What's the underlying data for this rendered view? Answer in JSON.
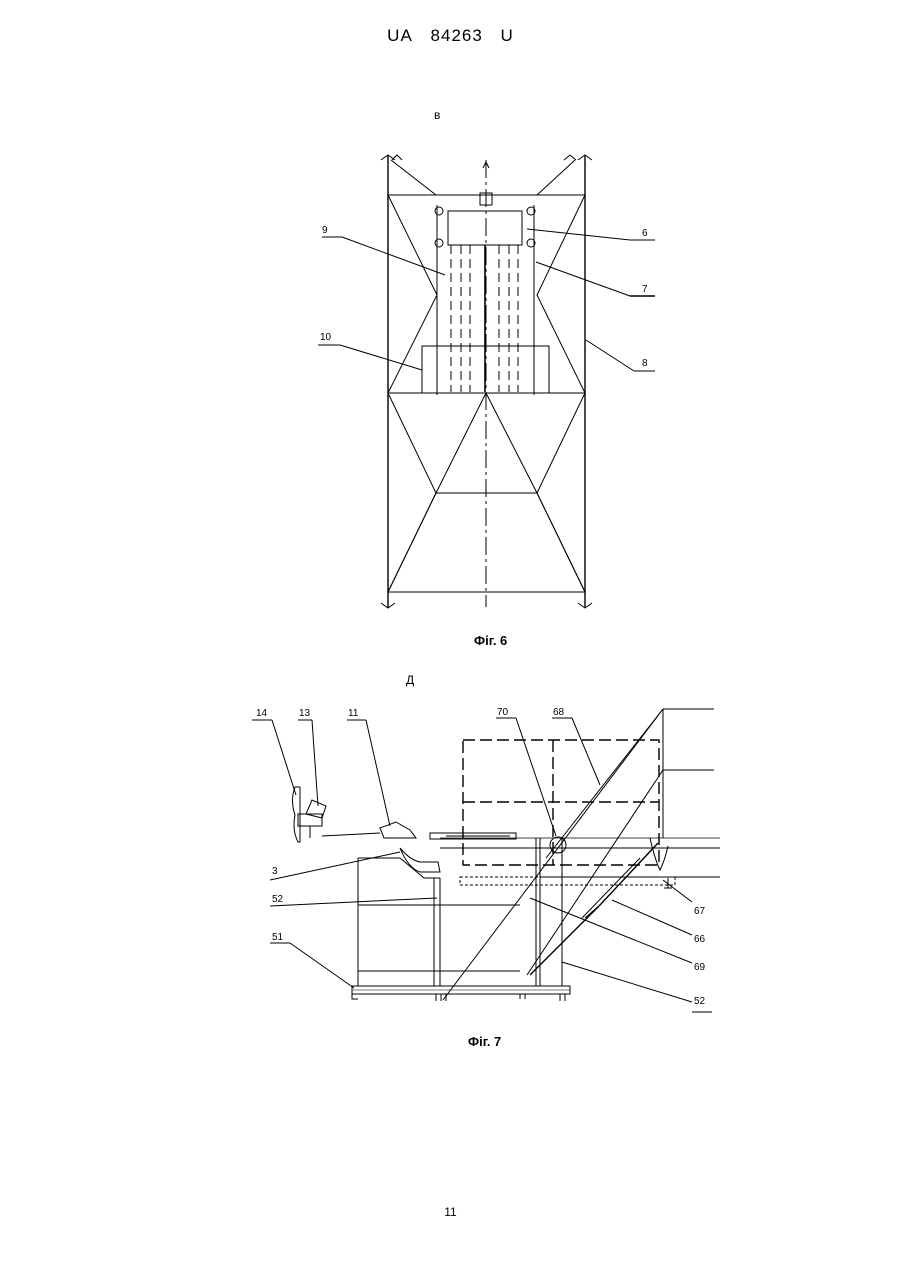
{
  "header": {
    "country": "UA",
    "number": "84263",
    "kind": "U"
  },
  "figure6": {
    "view_letter": "в",
    "caption": "Фіг. 6",
    "labels": {
      "l9": "9",
      "l10": "10",
      "l6": "6",
      "l7": "7",
      "l8": "8"
    }
  },
  "figure7": {
    "view_letter": "Д",
    "caption": "Фіг. 7",
    "labels": {
      "l14": "14",
      "l13": "13",
      "l11": "11",
      "l70": "70",
      "l68": "68",
      "l3": "3",
      "l52a": "52",
      "l51": "51",
      "l67": "67",
      "l66": "66",
      "l69": "69",
      "l52b": "52"
    }
  },
  "page_number": "11"
}
